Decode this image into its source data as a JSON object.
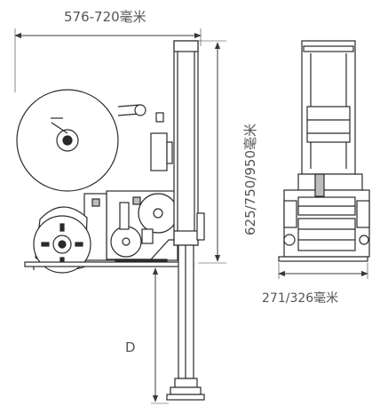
{
  "dimensions": {
    "overall_width": "576-720毫米",
    "height": "625/750/950毫米",
    "side_width": "271/326毫米",
    "stand_offset": "D"
  },
  "colors": {
    "line": "#2a2a2a",
    "dim_line": "#3a3a3a",
    "label": "#555555",
    "fill": "#ffffff",
    "grey": "#bdbdbd"
  }
}
